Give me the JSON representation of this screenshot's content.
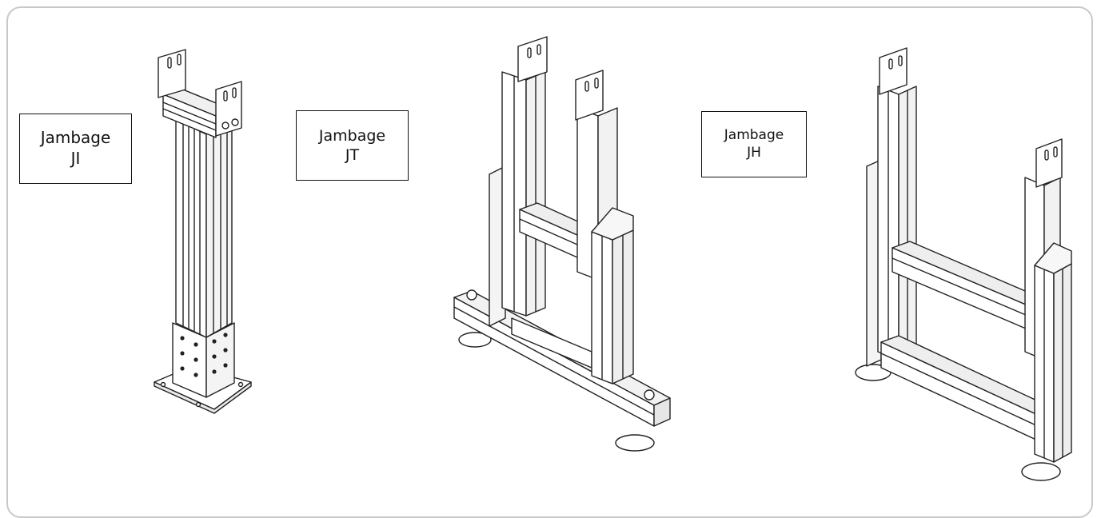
{
  "labels": [
    {
      "id": "ji",
      "line1": "Jambage",
      "line2": "JI"
    },
    {
      "id": "jt",
      "line1": "Jambage",
      "line2": "JT"
    },
    {
      "id": "jh",
      "line1": "Jambage",
      "line2": "JH"
    }
  ],
  "colors": {
    "frame_border": "#c8c8c8",
    "line": "#222222",
    "fill": "#ffffff",
    "shade": "#e9e9e9"
  }
}
